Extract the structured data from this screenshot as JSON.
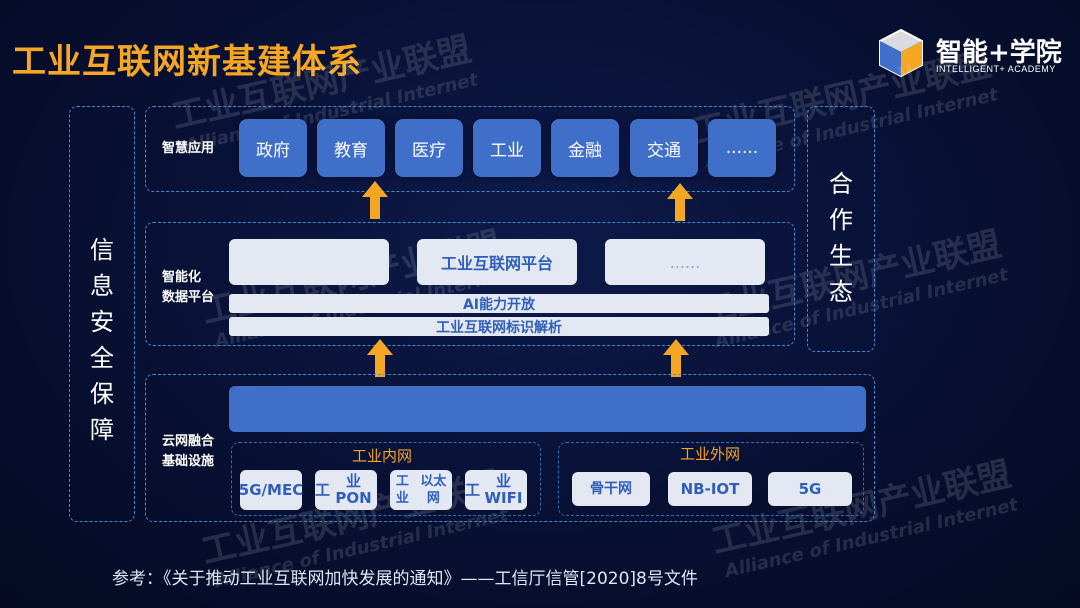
{
  "title": "工业互联网新基建体系",
  "logo": {
    "main": "智能+学院",
    "sub": "INTELLIGENT+ ACADEMY"
  },
  "left_side": {
    "label": "信息安全保障"
  },
  "right_side": {
    "label": "合作生态"
  },
  "application_layer": {
    "label": "智慧应用",
    "items": [
      "政府",
      "教育",
      "医疗",
      "工业",
      "金融",
      "交通",
      "......"
    ]
  },
  "platform_layer": {
    "label_line1": "智能化",
    "label_line2": "数据平台",
    "tiles": [
      "",
      "工业互联网平台",
      "......"
    ],
    "bar1": "AI能力开放",
    "bar2": "工业互联网标识解析"
  },
  "infra_layer": {
    "label_line1": "云网融合",
    "label_line2": "基础设施",
    "inner_net": {
      "label": "工业内网",
      "items": [
        {
          "line1": "5G/",
          "line2": "MEC"
        },
        {
          "line1": "工",
          "line2": "业PON"
        },
        {
          "line1": "工业",
          "line2": "以太网"
        },
        {
          "line1": "工",
          "line2": "业WIFI"
        }
      ]
    },
    "outer_net": {
      "label": "工业外网",
      "items": [
        "骨干网",
        "NB-IOT",
        "5G"
      ]
    }
  },
  "watermark": {
    "cn": "工业互联网产业联盟",
    "en": "Alliance of Industrial Internet"
  },
  "reference": "参考：《关于推动工业互联网加快发展的通知》——工信厅信管[2020]8号文件",
  "colors": {
    "accent": "#f5a623",
    "tile_blue": "#3f6fc9",
    "border": "#3b8ed6"
  }
}
